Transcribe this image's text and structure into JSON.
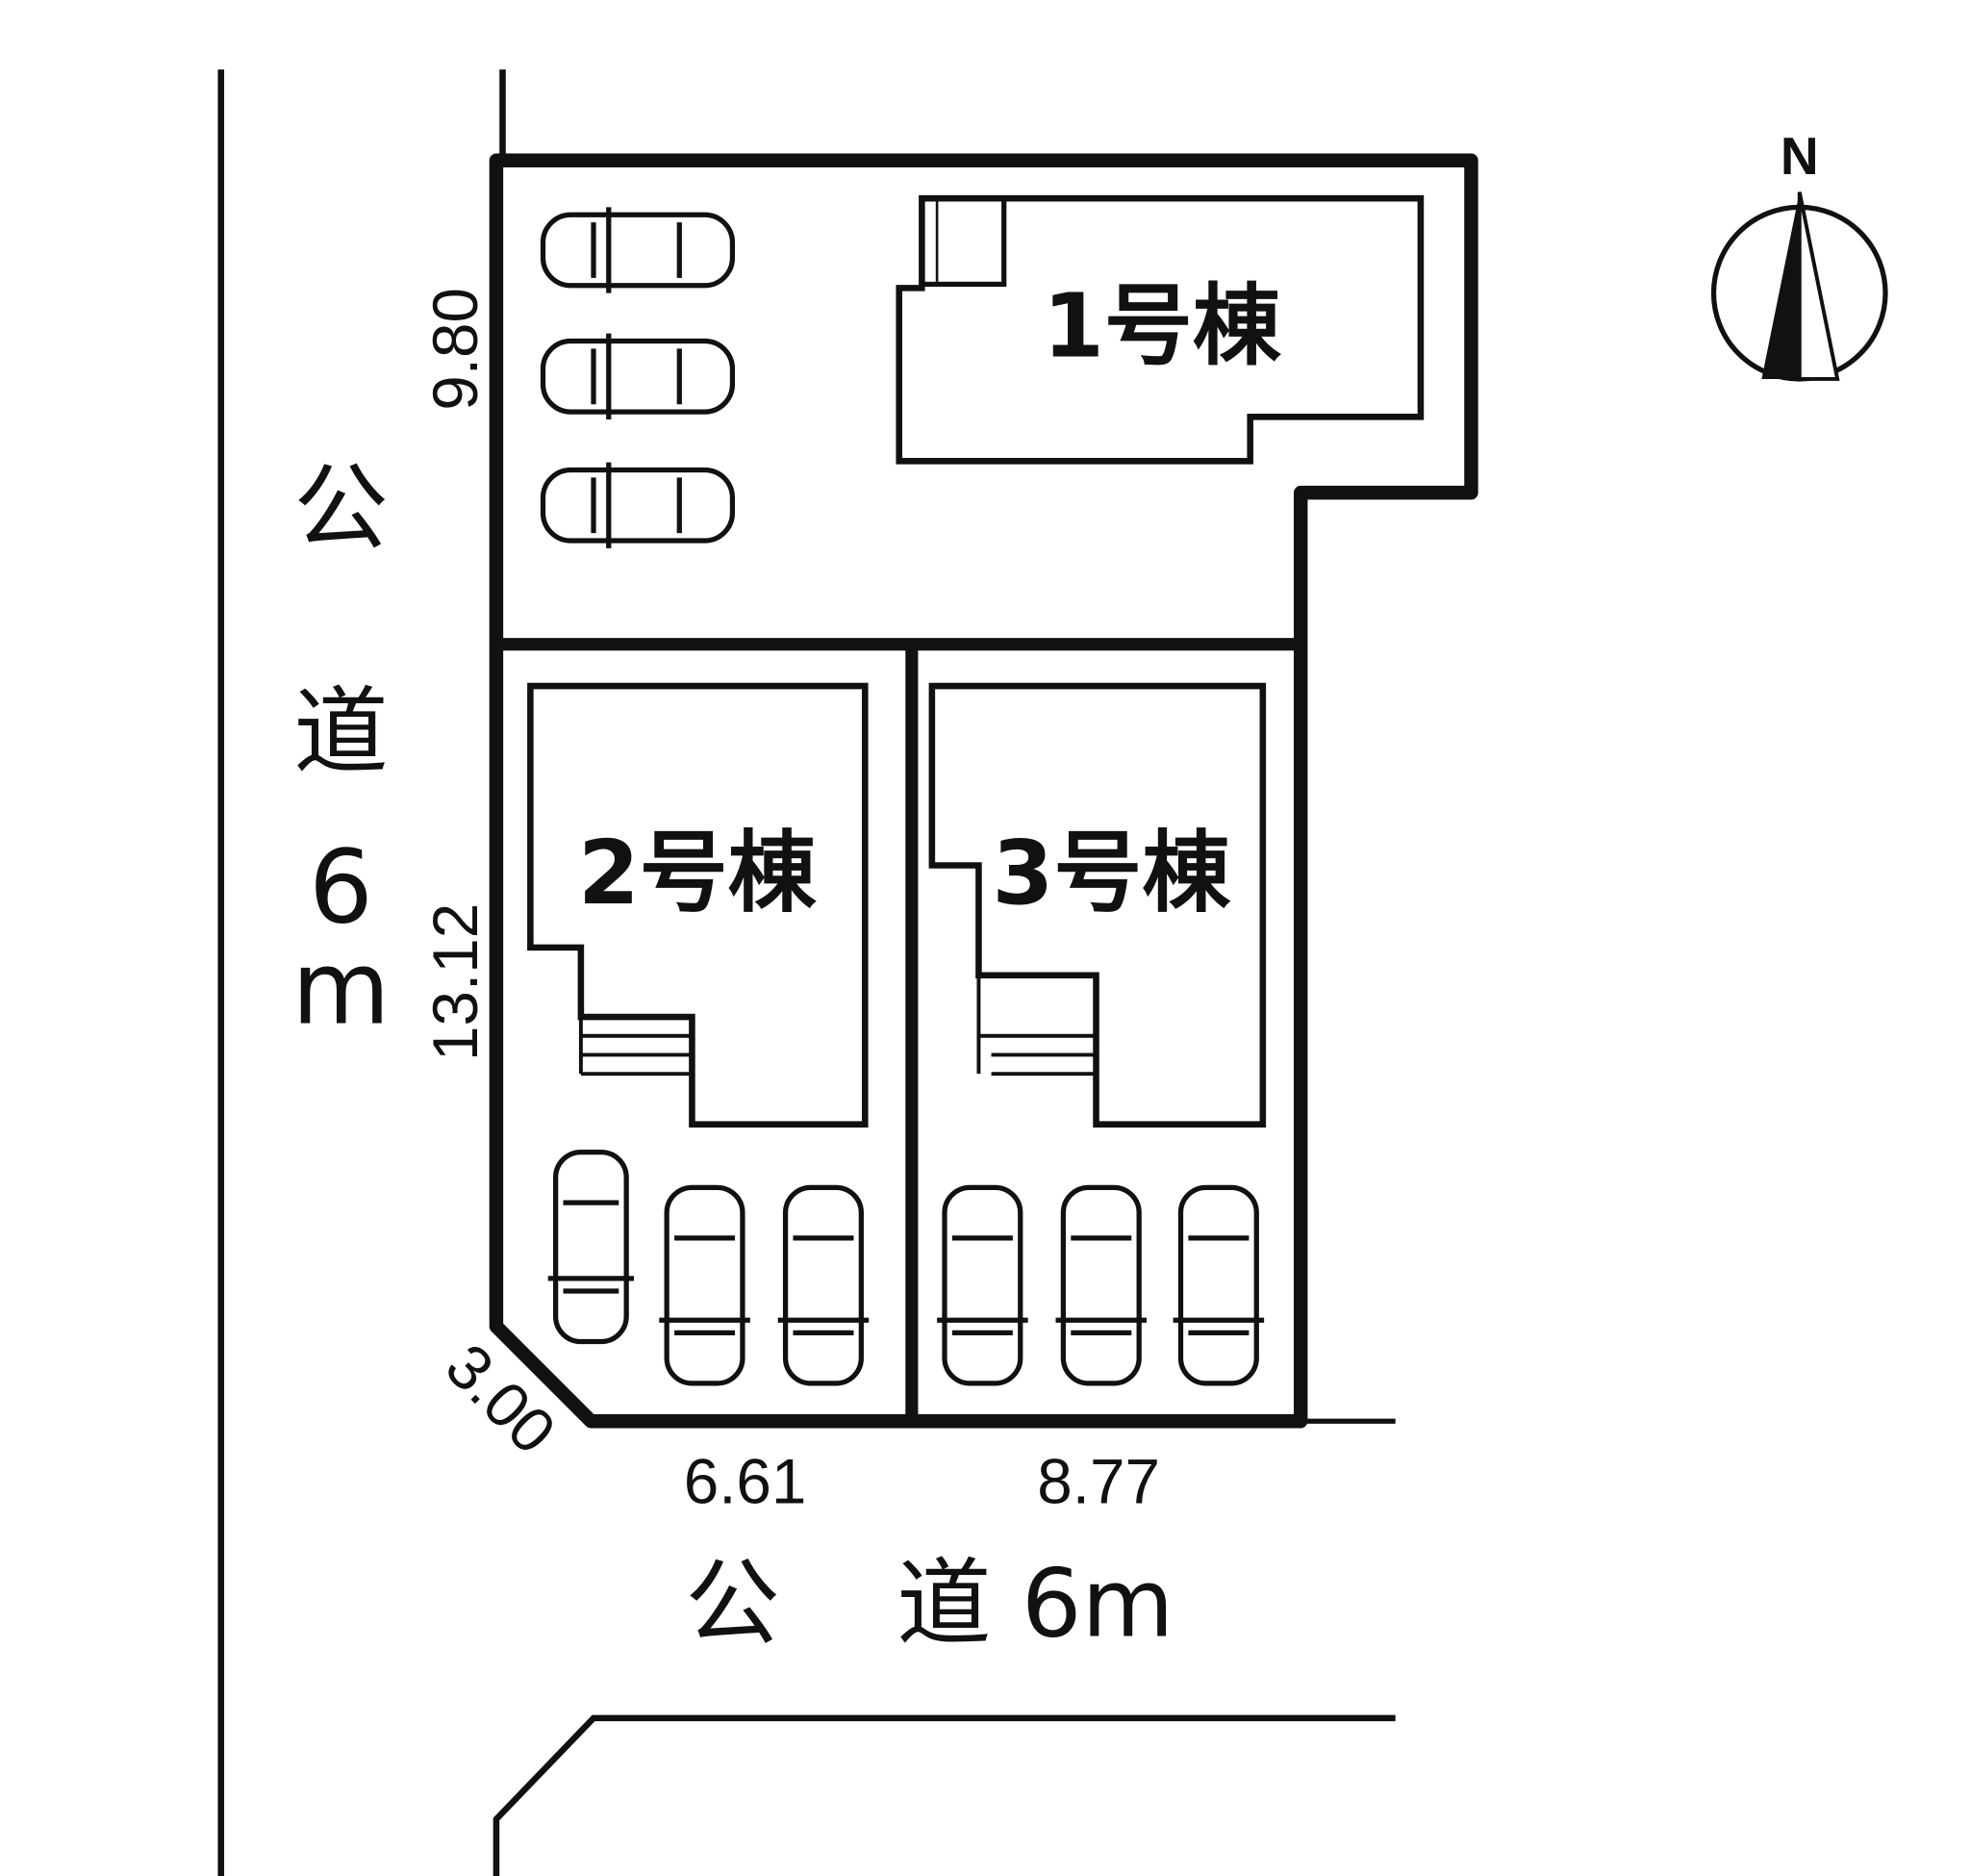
{
  "site_plan": {
    "buildings": [
      {
        "label": "1号棟"
      },
      {
        "label": "2号棟"
      },
      {
        "label": "3号棟"
      }
    ],
    "dimensions": {
      "west_upper": "9.80",
      "west_lower": "13.12",
      "corner_cut": "3.00",
      "south_left": "6.61",
      "south_right": "8.77"
    },
    "roads": {
      "west": {
        "chars": [
          "公",
          "道",
          "6",
          "m"
        ]
      },
      "south": {
        "part1": "公",
        "part2": "道 6m"
      }
    },
    "compass": {
      "label": "N"
    },
    "colors": {
      "line": "#111111",
      "background": "#ffffff"
    }
  }
}
